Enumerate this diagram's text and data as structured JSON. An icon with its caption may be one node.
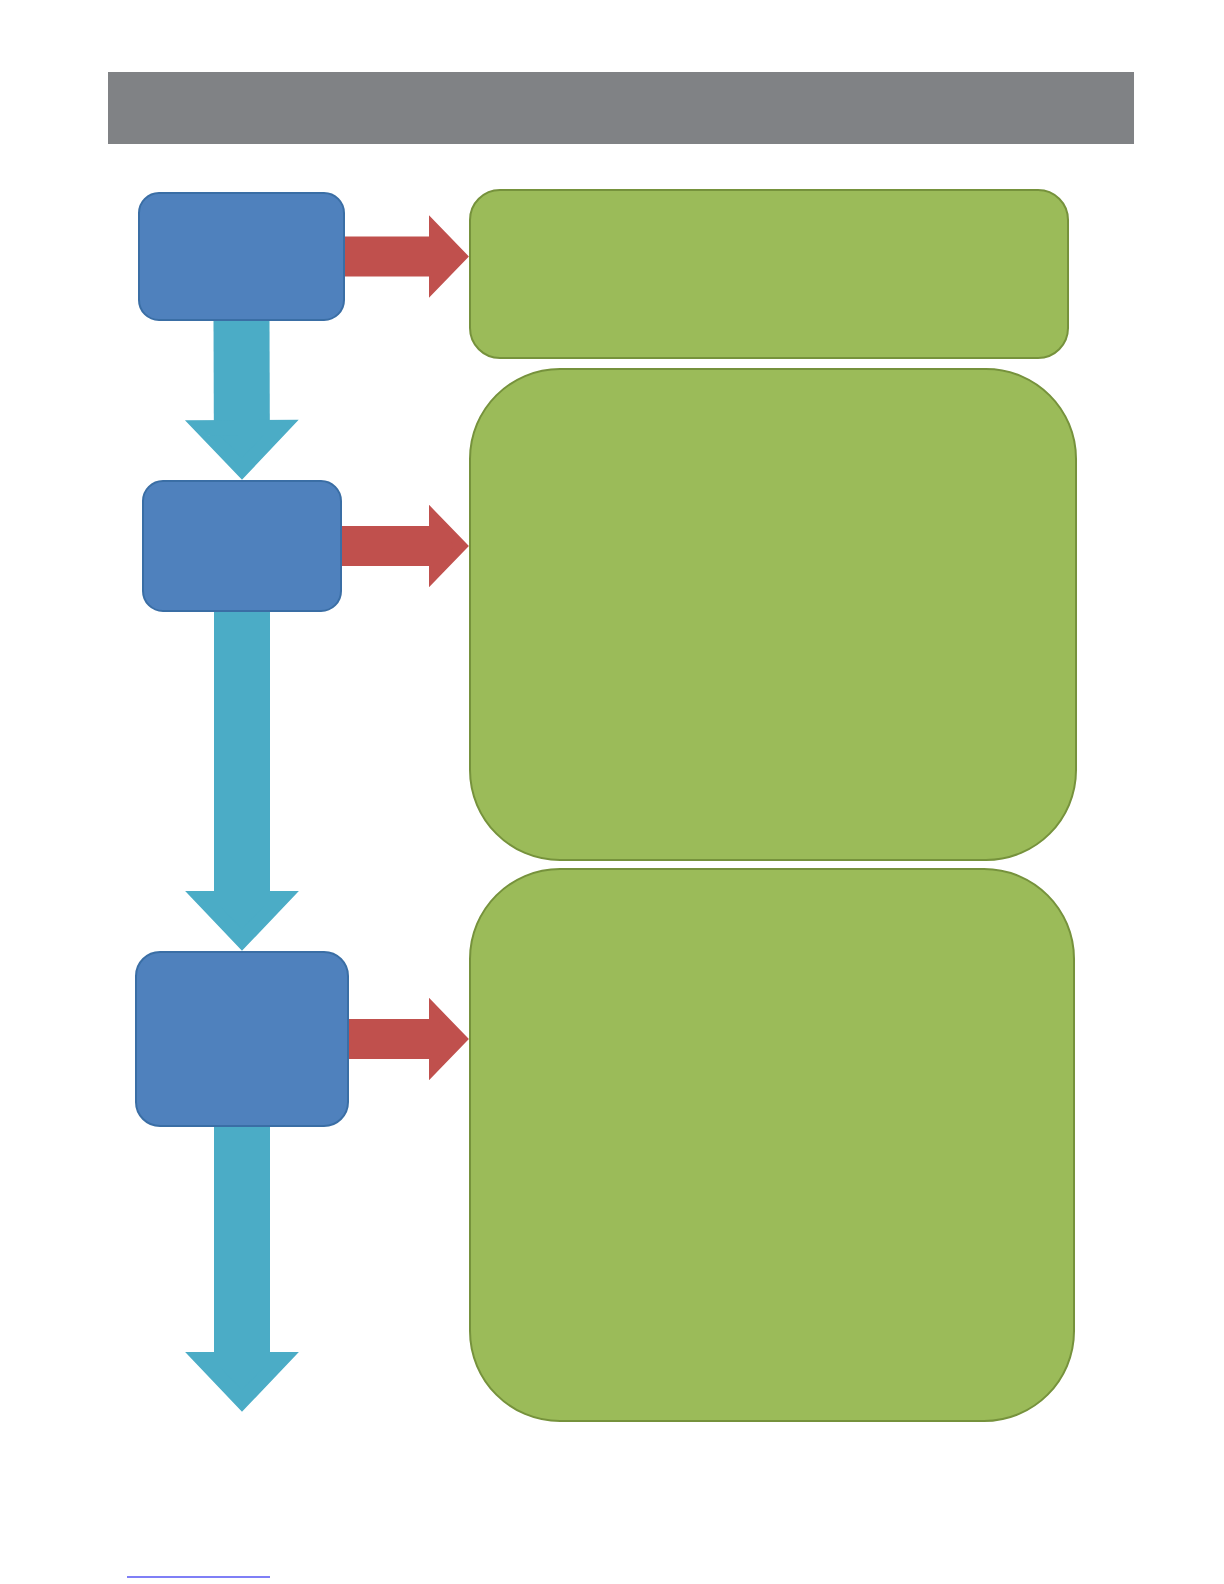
{
  "diagram": {
    "nodes": [
      {
        "text": [],
        "shape": "box"
      },
      {
        "text": [],
        "shape": "box"
      },
      {
        "text": [],
        "shape": "box"
      },
      {
        "text": [],
        "shape": "box"
      },
      {
        "text": [],
        "shape": "box"
      },
      {
        "text": [],
        "shape": "box"
      }
    ],
    "edges": [
      {
        "from": 0,
        "to": 1,
        "arrow": "to",
        "color": "#c0504d"
      },
      {
        "from": 0,
        "to": 2,
        "arrow": "to",
        "color": "#4bacc6"
      },
      {
        "from": 2,
        "to": 3,
        "arrow": "to",
        "color": "#c0504d"
      },
      {
        "from": 2,
        "to": 4,
        "arrow": "to",
        "color": "#4bacc6"
      },
      {
        "from": 4,
        "to": 5,
        "arrow": "to",
        "color": "#c0504d"
      },
      {
        "from": 4,
        "to": null,
        "arrow": "to",
        "color": "#4bacc6"
      }
    ]
  }
}
